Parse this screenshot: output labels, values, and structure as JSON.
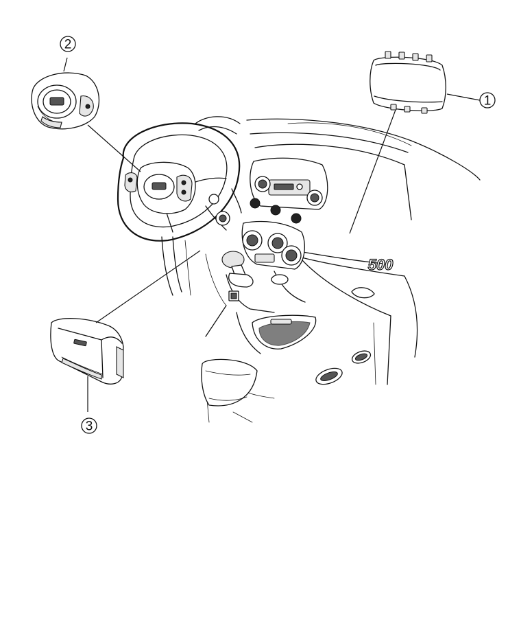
{
  "callouts": [
    {
      "id": "1",
      "label": "1"
    },
    {
      "id": "2",
      "label": "2"
    },
    {
      "id": "3",
      "label": "3"
    }
  ],
  "dashboard": {
    "badge_text": "500"
  }
}
